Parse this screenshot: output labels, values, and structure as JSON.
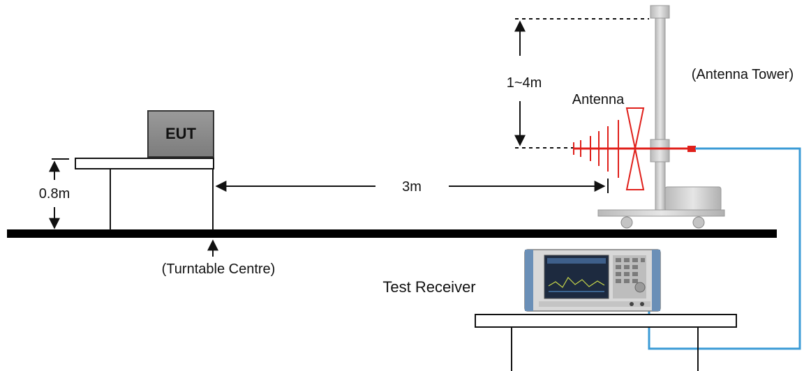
{
  "labels": {
    "eut": "EUT",
    "table_height": "0.8m",
    "distance": "3m",
    "antenna_height": "1~4m",
    "antenna": "Antenna",
    "antenna_tower": "(Antenna Tower)",
    "turntable_centre": "(Turntable Centre)",
    "test_receiver": "Test Receiver"
  },
  "colors": {
    "ground": "#000000",
    "antenna": "#e0201b",
    "cable": "#3b9bd6",
    "eut_fill": "#8a8a8a",
    "tower": "#c8c8c8"
  }
}
